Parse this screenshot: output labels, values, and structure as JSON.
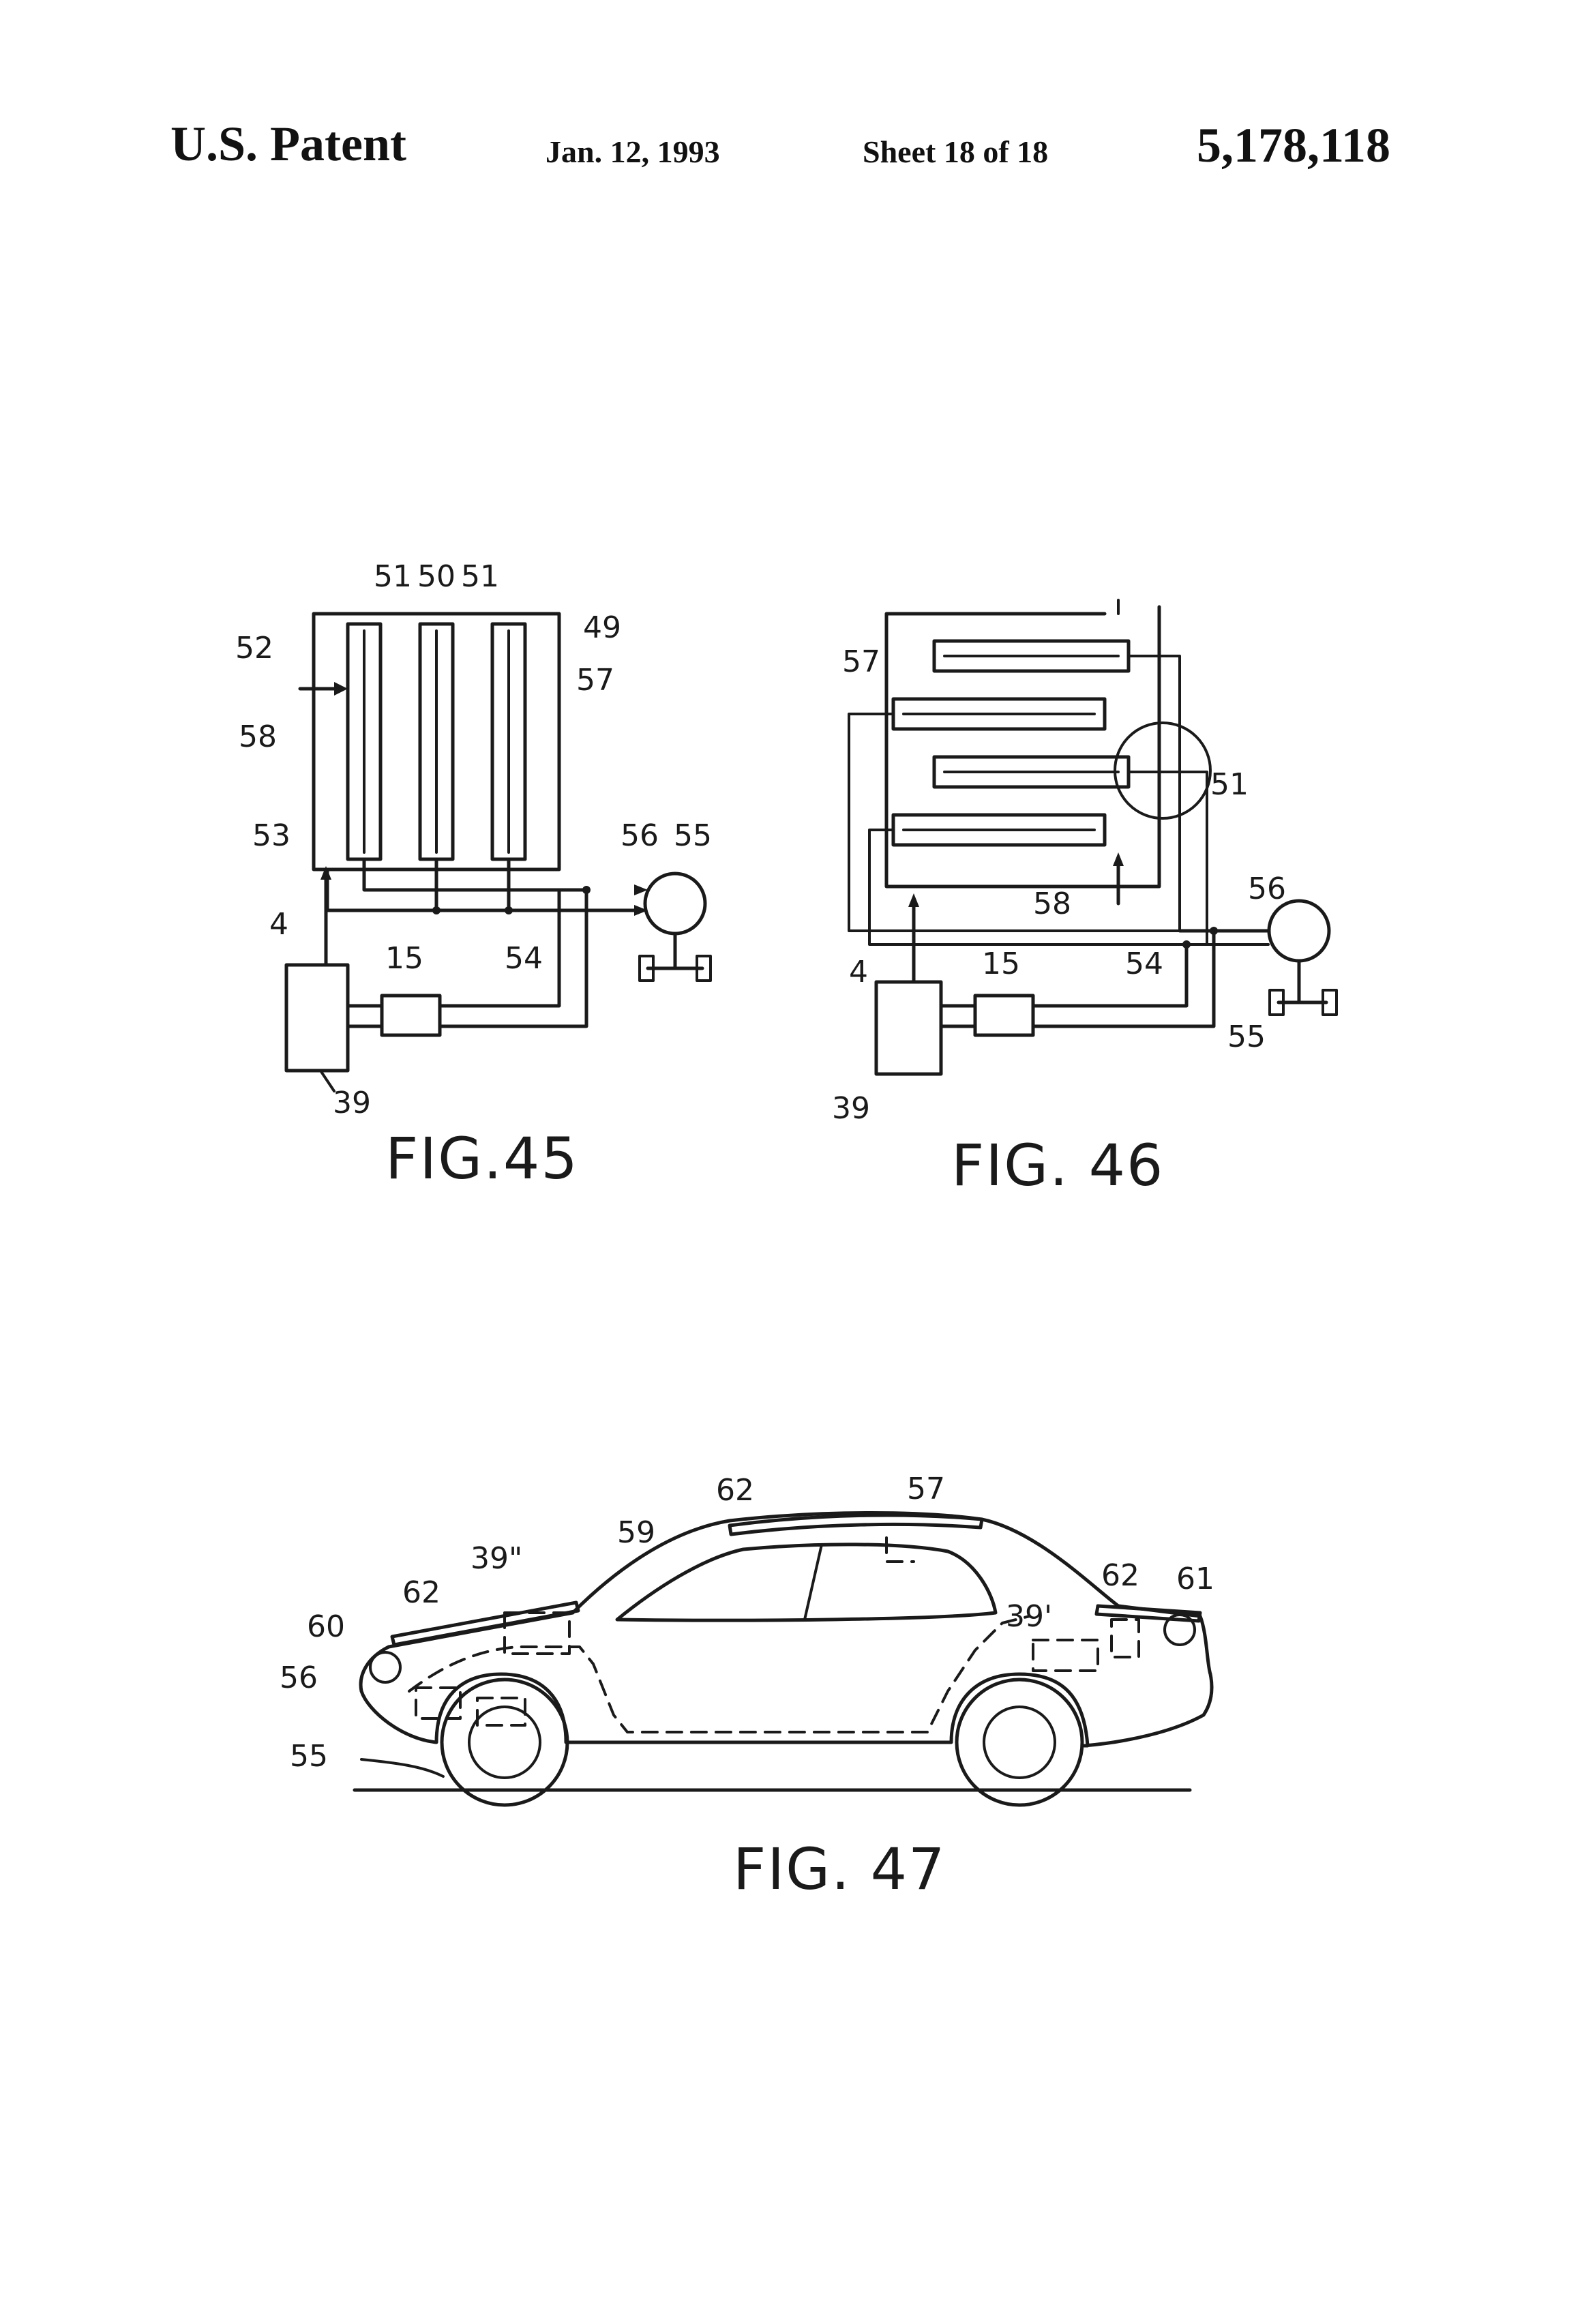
{
  "header": {
    "patent_label": "U.S. Patent",
    "date": "Jan. 12, 1993",
    "sheet": "Sheet 18 of 18",
    "patent_number": "5,178,118"
  },
  "fig45": {
    "caption": "FIG.45",
    "labels": {
      "l51a": "51",
      "l50": "50",
      "l51b": "51",
      "l49": "49",
      "l52": "52",
      "l57": "57",
      "l58": "58",
      "l53": "53",
      "l56": "56",
      "l55": "55",
      "l4": "4",
      "l15": "15",
      "l54": "54",
      "l39": "39"
    }
  },
  "fig46": {
    "caption": "FIG. 46",
    "labels": {
      "l57": "57",
      "l51": "51",
      "l58": "58",
      "l56": "56",
      "l4": "4",
      "l15": "15",
      "l54": "54",
      "l55": "55",
      "l39": "39"
    }
  },
  "fig47": {
    "caption": "FIG. 47",
    "labels": {
      "l62a": "62",
      "l57": "57",
      "l59": "59",
      "l39pp": "39\"",
      "l62b": "62",
      "l60": "60",
      "l56": "56",
      "l55": "55",
      "l62c": "62",
      "l61": "61",
      "l39p": "39'"
    }
  }
}
